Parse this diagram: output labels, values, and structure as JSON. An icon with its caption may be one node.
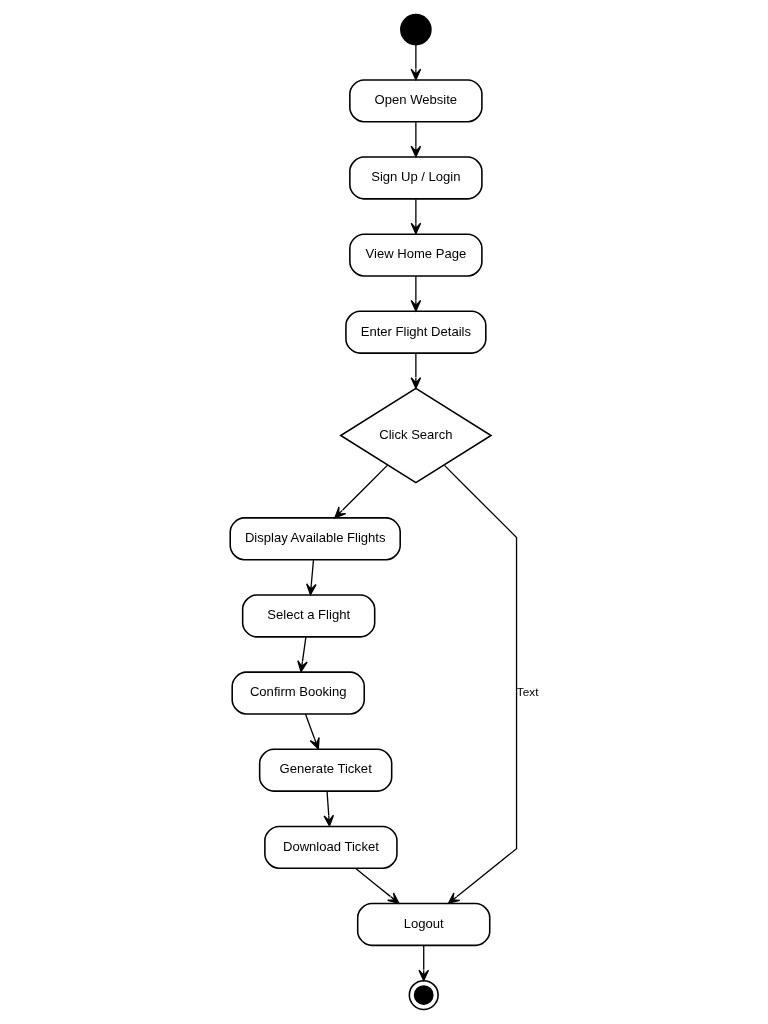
{
  "diagram": {
    "nodes": [
      {
        "text": [],
        "shape": "circle"
      },
      {
        "text": [
          "Open Website"
        ]
      },
      {
        "text": [
          "Sign Up / Login"
        ]
      },
      {
        "text": [
          "View Home Page"
        ]
      },
      {
        "text": [
          "Enter Flight Details"
        ]
      },
      {
        "text": [
          "Click Search"
        ]
      },
      {
        "text": [
          "Display Available Flights"
        ]
      },
      {
        "text": [
          "Select a Flight"
        ]
      },
      {
        "text": [
          "Confirm Booking"
        ]
      },
      {
        "text": [
          "Generate Ticket"
        ]
      },
      {
        "text": [
          "Download Ticket"
        ]
      },
      {
        "text": [
          "Logout"
        ]
      },
      {
        "text": [],
        "shape": "circle"
      }
    ],
    "edges": [
      {
        "from": 0,
        "to": 1,
        "arrow": "to"
      },
      {
        "from": 1,
        "to": 2,
        "arrow": "to"
      },
      {
        "from": 2,
        "to": 3,
        "arrow": "to"
      },
      {
        "from": 3,
        "to": 4,
        "arrow": "to"
      },
      {
        "from": 4,
        "to": 5,
        "arrow": "to"
      },
      {
        "from": 5,
        "to": 6,
        "arrow": "to"
      },
      {
        "from": 6,
        "to": 7,
        "arrow": "to"
      },
      {
        "from": 7,
        "to": 8,
        "arrow": "to"
      },
      {
        "from": 8,
        "to": 9,
        "arrow": "to"
      },
      {
        "from": 9,
        "to": 10,
        "arrow": "to"
      },
      {
        "from": 5,
        "to": 11,
        "arrow": "to",
        "label": "Text"
      },
      {
        "from": 10,
        "to": 11,
        "arrow": "to"
      },
      {
        "from": 11,
        "to": 12,
        "arrow": "to"
      }
    ]
  }
}
